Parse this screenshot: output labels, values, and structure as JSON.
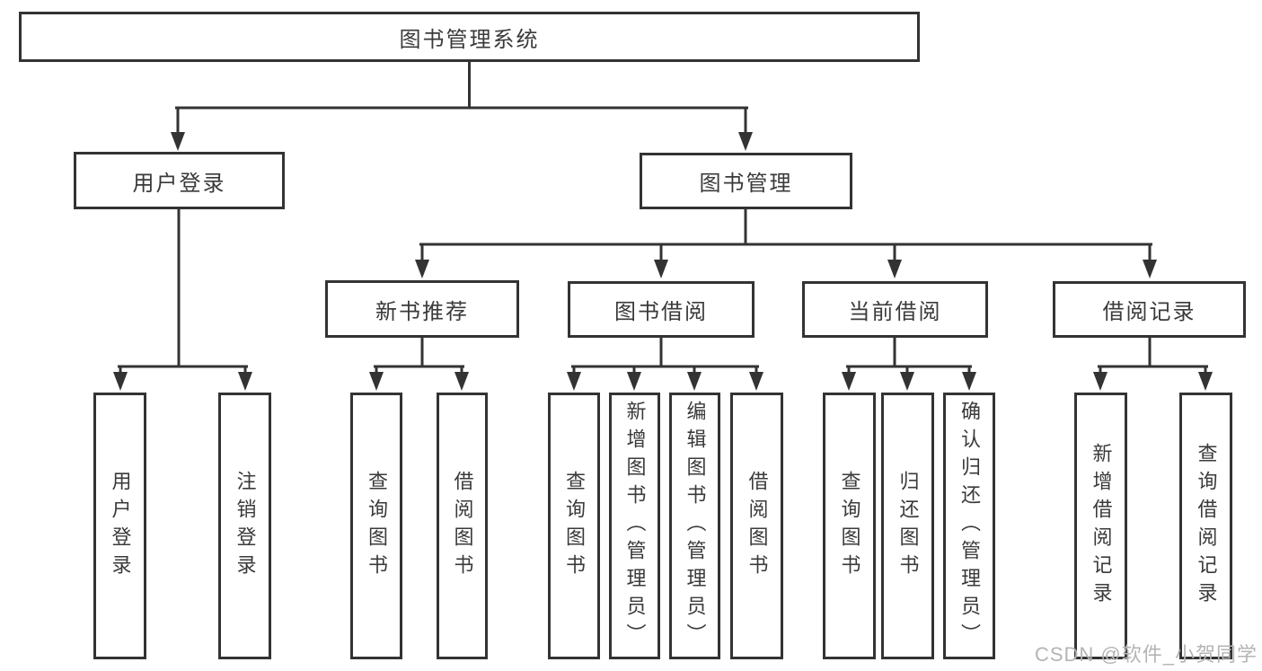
{
  "tree": {
    "root": {
      "label": "图书管理系统",
      "children": [
        {
          "label": "用户登录",
          "children": [
            {
              "label": "用户登录"
            },
            {
              "label": "注销登录"
            }
          ]
        },
        {
          "label": "图书管理",
          "children": [
            {
              "label": "新书推荐",
              "children": [
                {
                  "label": "查询图书"
                },
                {
                  "label": "借阅图书"
                }
              ]
            },
            {
              "label": "图书借阅",
              "children": [
                {
                  "label": "查询图书"
                },
                {
                  "label": "新增图书（管理员）"
                },
                {
                  "label": "编辑图书（管理员）"
                },
                {
                  "label": "借阅图书"
                }
              ]
            },
            {
              "label": "当前借阅",
              "children": [
                {
                  "label": "查询图书"
                },
                {
                  "label": "归还图书"
                },
                {
                  "label": "确认归还（管理员）"
                }
              ]
            },
            {
              "label": "借阅记录",
              "children": [
                {
                  "label": "新增借阅记录"
                },
                {
                  "label": "查询借阅记录"
                }
              ]
            }
          ]
        }
      ]
    }
  },
  "watermark": {
    "text": "CSDN @软件_小贺同学"
  },
  "colors": {
    "line": "#333333",
    "text": "#3a3a3a",
    "watermark": "#b4b4b4",
    "background": "#ffffff"
  }
}
